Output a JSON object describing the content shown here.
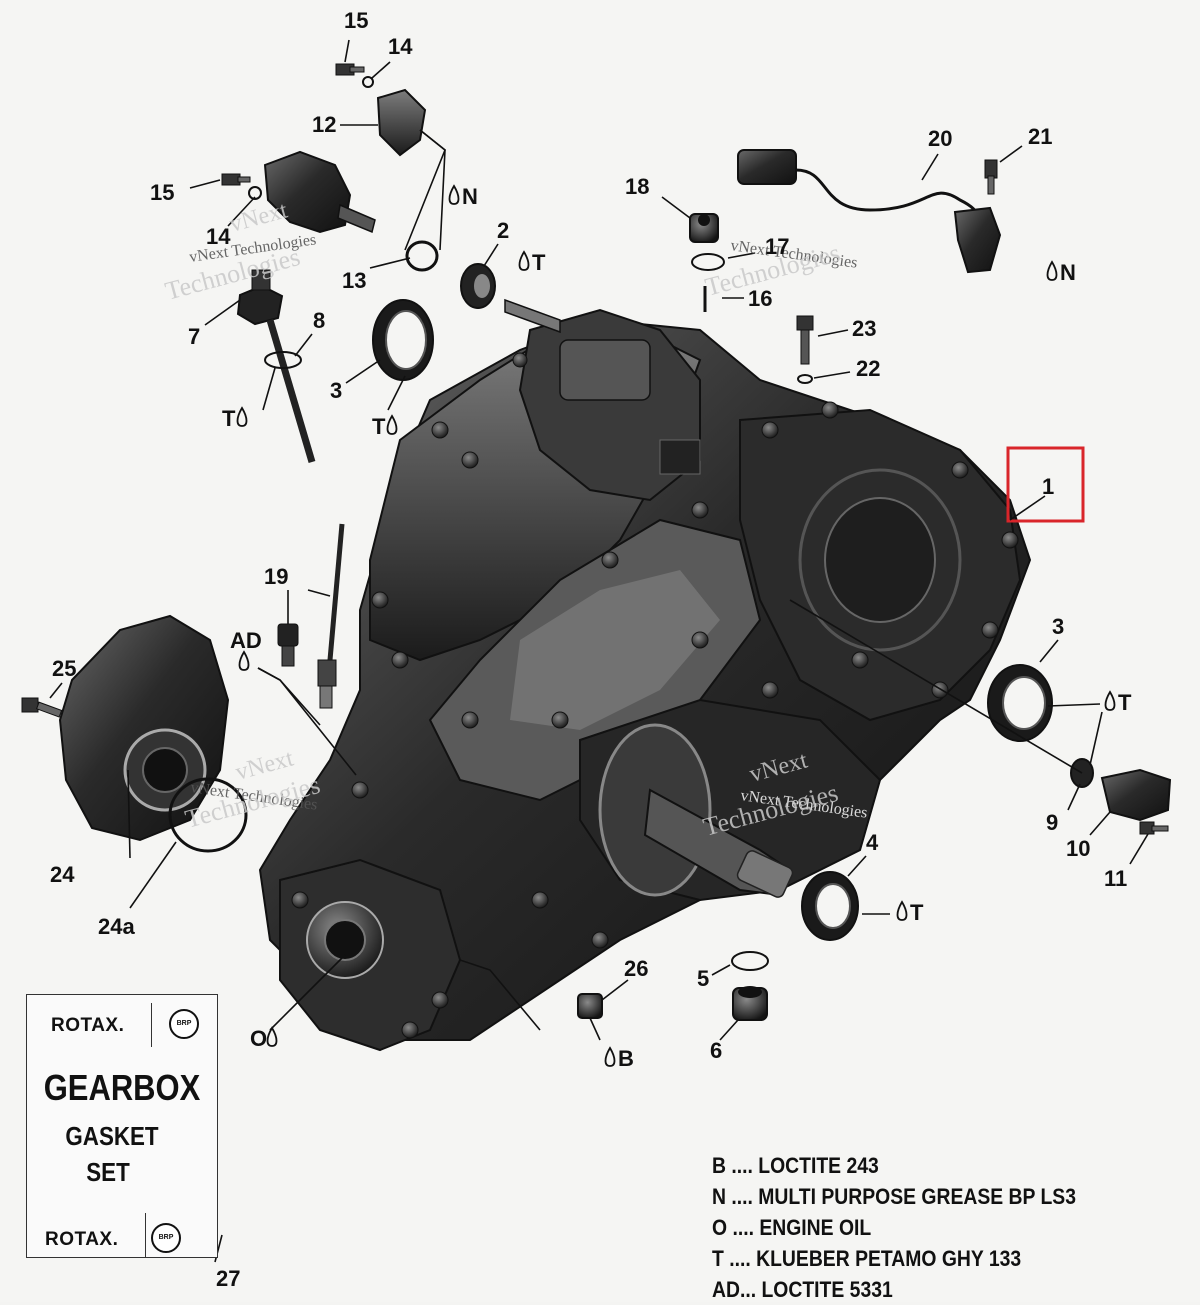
{
  "watermarks": [
    "vNext Technologies",
    "vNext",
    "Technologies"
  ],
  "callouts": [
    {
      "id": "c15a",
      "text": "15"
    },
    {
      "id": "c14a",
      "text": "14"
    },
    {
      "id": "c12",
      "text": "12"
    },
    {
      "id": "c15b",
      "text": "15"
    },
    {
      "id": "c14b",
      "text": "14"
    },
    {
      "id": "c13",
      "text": "13"
    },
    {
      "id": "c2",
      "text": "2"
    },
    {
      "id": "c7",
      "text": "7"
    },
    {
      "id": "c8",
      "text": "8"
    },
    {
      "id": "c3a",
      "text": "3"
    },
    {
      "id": "c18",
      "text": "18"
    },
    {
      "id": "c17",
      "text": "17"
    },
    {
      "id": "c16",
      "text": "16"
    },
    {
      "id": "c20",
      "text": "20"
    },
    {
      "id": "c21",
      "text": "21"
    },
    {
      "id": "c23",
      "text": "23"
    },
    {
      "id": "c22",
      "text": "22"
    },
    {
      "id": "c1",
      "text": "1"
    },
    {
      "id": "c19",
      "text": "19"
    },
    {
      "id": "c3b",
      "text": "3"
    },
    {
      "id": "c25",
      "text": "25"
    },
    {
      "id": "c9",
      "text": "9"
    },
    {
      "id": "c10",
      "text": "10"
    },
    {
      "id": "c11",
      "text": "11"
    },
    {
      "id": "c24",
      "text": "24"
    },
    {
      "id": "c24a",
      "text": "24a"
    },
    {
      "id": "c4",
      "text": "4"
    },
    {
      "id": "c26",
      "text": "26"
    },
    {
      "id": "c5",
      "text": "5"
    },
    {
      "id": "c6",
      "text": "6"
    },
    {
      "id": "c27",
      "text": "27"
    }
  ],
  "symbols": [
    {
      "id": "s-n-13",
      "text": "N"
    },
    {
      "id": "s-t-2",
      "text": "T"
    },
    {
      "id": "s-t-7",
      "text": "T"
    },
    {
      "id": "s-t-3a",
      "text": "T"
    },
    {
      "id": "s-n-21",
      "text": "N"
    },
    {
      "id": "s-ad-19",
      "text": "AD"
    },
    {
      "id": "s-t-3b",
      "text": "T"
    },
    {
      "id": "s-t-4",
      "text": "T"
    },
    {
      "id": "s-o",
      "text": "O"
    },
    {
      "id": "s-b-26",
      "text": "B"
    }
  ],
  "kit_card": {
    "brand_top": "ROTAX.",
    "badge_top": "BRP",
    "title": "GEARBOX",
    "subtitle_1": "GASKET",
    "subtitle_2": "SET",
    "brand_bottom": "ROTAX.",
    "badge_bottom": "BRP"
  },
  "legend": [
    {
      "code": "B",
      "dots": " .... ",
      "desc": "LOCTITE 243"
    },
    {
      "code": "N",
      "dots": " .... ",
      "desc": "MULTI PURPOSE GREASE BP LS3"
    },
    {
      "code": "O",
      "dots": " .... ",
      "desc": "ENGINE OIL"
    },
    {
      "code": "T",
      "dots": " .... ",
      "desc": "KLUEBER PETAMO GHY 133"
    },
    {
      "code": "AD",
      "dots": "... ",
      "desc": "LOCTITE 5331"
    }
  ],
  "highlight": {
    "label": "1",
    "color": "#d9252a"
  }
}
